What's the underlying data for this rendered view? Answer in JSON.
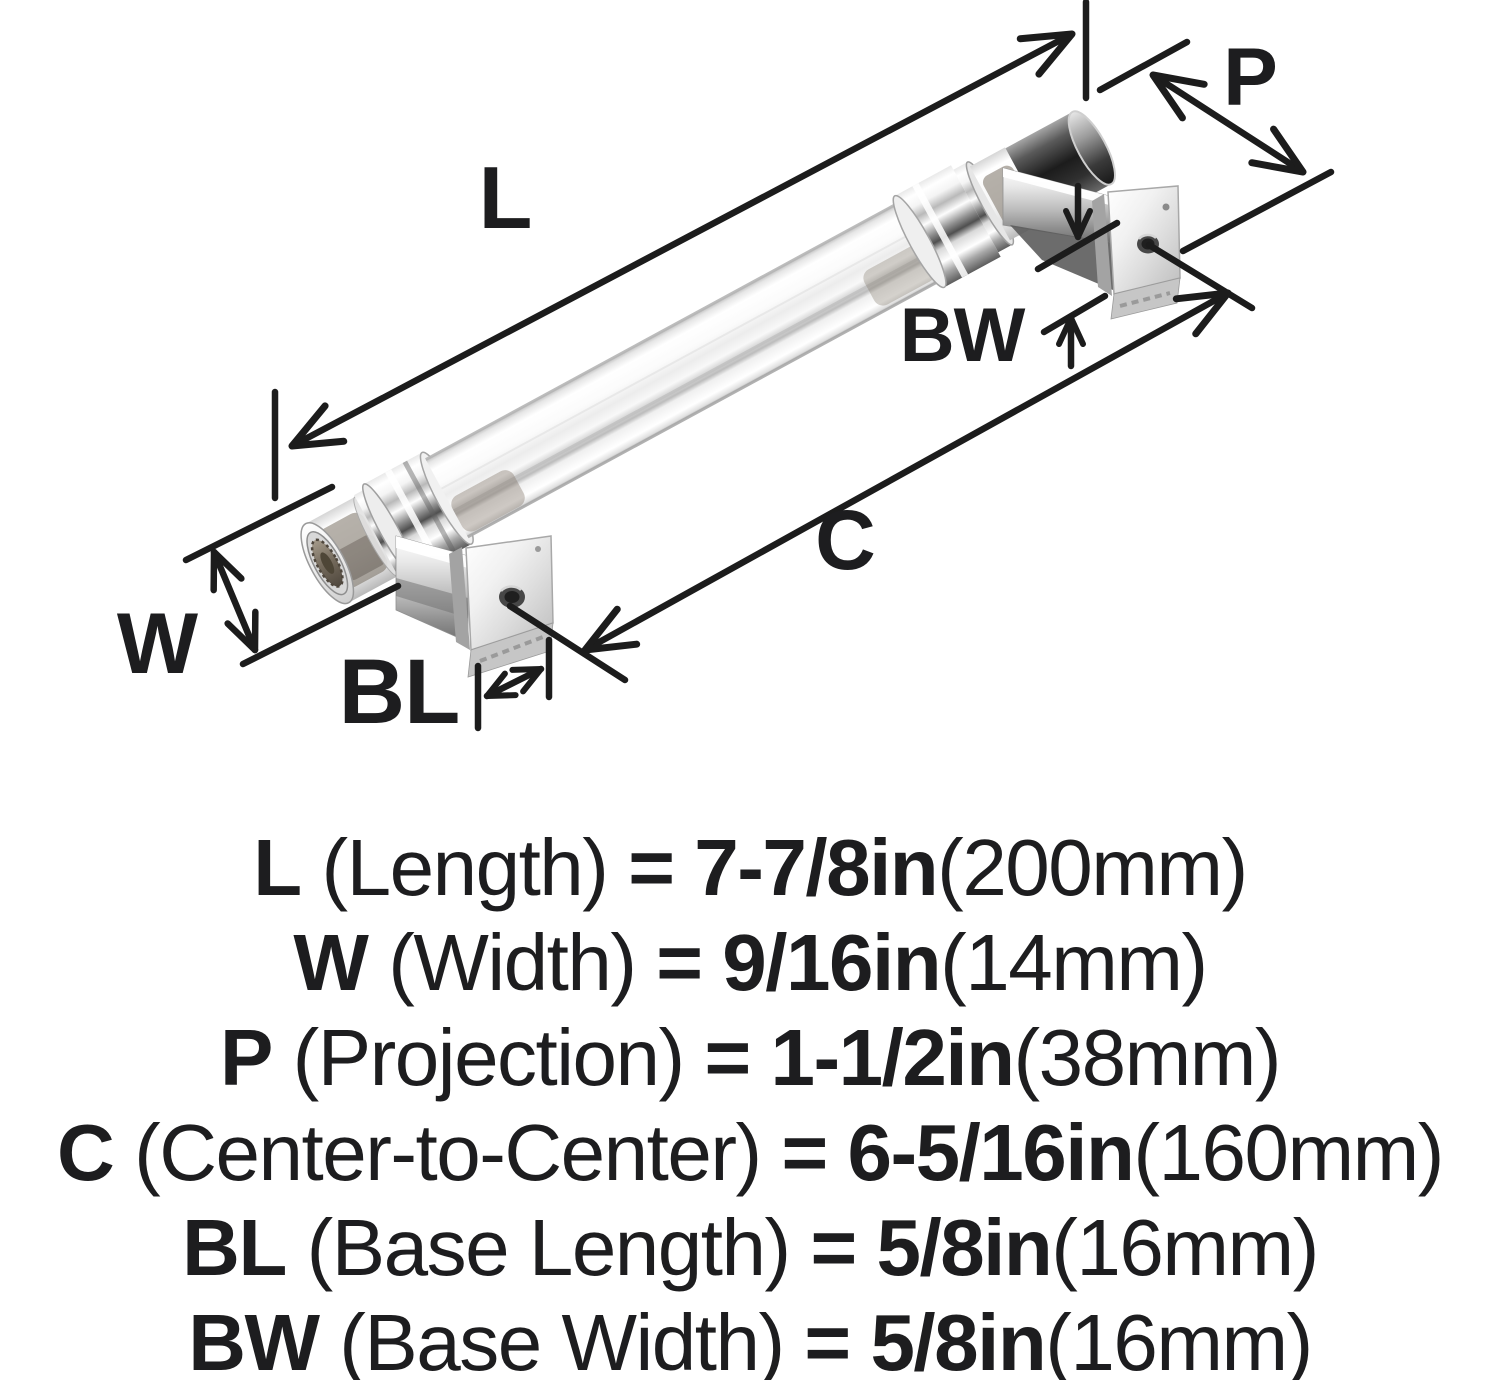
{
  "diagram": {
    "dim_labels": {
      "length": "L",
      "projection": "P",
      "base_width": "BW",
      "center_to_center": "C",
      "width": "W",
      "base_length": "BL"
    }
  },
  "specs": {
    "rows": [
      {
        "abbr": "L",
        "desc": "(Length)",
        "eq": "=",
        "value": "7-7/8in",
        "metric": "(200mm)"
      },
      {
        "abbr": "W",
        "desc": "(Width)",
        "eq": "=",
        "value": "9/16in",
        "metric": "(14mm)"
      },
      {
        "abbr": "P",
        "desc": "(Projection)",
        "eq": "=",
        "value": "1-1/2in",
        "metric": "(38mm)"
      },
      {
        "abbr": "C",
        "desc": "(Center-to-Center)",
        "eq": "=",
        "value": "6-5/16in",
        "metric": "(160mm)"
      },
      {
        "abbr": "BL",
        "desc": "(Base Length)",
        "eq": "=",
        "value": "5/8in",
        "metric": "(16mm)"
      },
      {
        "abbr": "BW",
        "desc": "(Base Width)",
        "eq": "=",
        "value": "5/8in",
        "metric": "(16mm)"
      }
    ]
  },
  "colors": {
    "ink": "#1c1c1c",
    "background": "#ffffff",
    "chrome_dark": "#4f4f4f",
    "smoke_tint": "#6e6355"
  }
}
